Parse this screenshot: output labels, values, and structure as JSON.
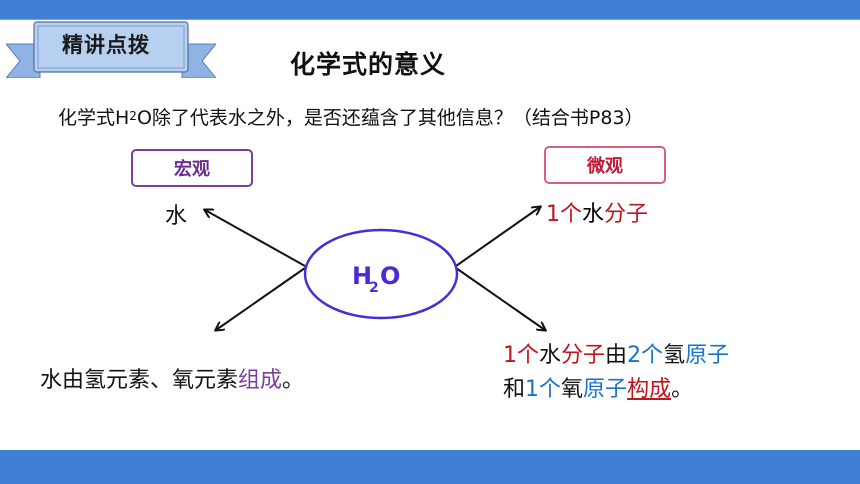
{
  "ribbon": {
    "label": "精讲点拨"
  },
  "title": "化学式的意义",
  "question": {
    "prefix": "化学式H",
    "subscript": "2",
    "suffix": "O除了代表水之外，是否还蕴含了其他信息？（结合书P83）"
  },
  "macro": {
    "label": "宏观",
    "substance": "水",
    "desc": {
      "p1": "水由氢元素、氧元素",
      "p2": "组成",
      "p3": "。"
    }
  },
  "micro": {
    "label": "微观",
    "molecule": {
      "num": "1",
      "ge": "个",
      "shui": "水",
      "fenzi": "分子"
    },
    "desc": {
      "l1a": "1",
      "l1b": "个",
      "l1c": "水",
      "l1d": "分子",
      "l1e": "由",
      "l1f": "2",
      "l1g": "个",
      "l1h": "氢",
      "l1i": "原子",
      "l2a": "和",
      "l2b": "1",
      "l2c": "个",
      "l2d": "氧",
      "l2e": "原子",
      "l2f": "构成",
      "l2g": "。"
    }
  },
  "center": {
    "h": "H",
    "sub": "2",
    "o": "O"
  },
  "colors": {
    "bar": "#3f7fd4",
    "ribbon": "#a9c6ea",
    "ellipse": "#4a2cd6",
    "macro_box": "#7a3ea0",
    "micro_box": "#d9607a",
    "red": "#c0141f",
    "blue": "#1a73c9",
    "purple": "#7a3ea0"
  }
}
